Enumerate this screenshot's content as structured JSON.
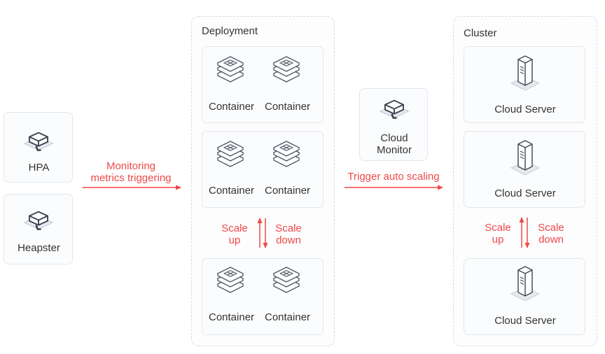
{
  "left": {
    "hpa": {
      "label": "HPA",
      "icon": "router-icon"
    },
    "heapster": {
      "label": "Heapster",
      "icon": "router-icon"
    }
  },
  "arrow1": {
    "line1": "Monitoring",
    "line2": "metrics triggering"
  },
  "deployment": {
    "title": "Deployment",
    "pods": [
      {
        "containers": [
          "Container",
          "Container"
        ]
      },
      {
        "containers": [
          "Container",
          "Container"
        ]
      },
      {
        "containers": [
          "Container",
          "Container"
        ]
      }
    ],
    "scale_up": [
      "Scale",
      "up"
    ],
    "scale_down": [
      "Scale",
      "down"
    ]
  },
  "cloud_monitor": {
    "line1": "Cloud",
    "line2": "Monitor",
    "icon": "router-icon"
  },
  "arrow2": {
    "label": "Trigger auto scaling"
  },
  "cluster": {
    "title": "Cluster",
    "servers": [
      "Cloud Server",
      "Cloud Server",
      "Cloud Server"
    ],
    "scale_up": [
      "Scale",
      "up"
    ],
    "scale_down": [
      "Scale",
      "down"
    ]
  },
  "colors": {
    "accent": "#f04848",
    "border": "#e3e7ec",
    "text": "#333333"
  }
}
